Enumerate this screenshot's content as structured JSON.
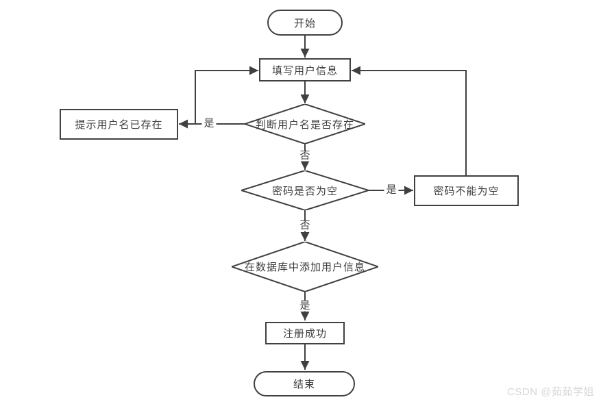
{
  "diagram": {
    "title_implied": "user-registration-flowchart",
    "nodes": {
      "start": {
        "label": "开始",
        "shape": "oval"
      },
      "fill_info": {
        "label": "填写用户信息",
        "shape": "rect"
      },
      "check_username": {
        "label": "判断用户名是否存在",
        "shape": "diamond"
      },
      "username_exists": {
        "label": "提示用户名已存在",
        "shape": "rect"
      },
      "check_password": {
        "label": "密码是否为空",
        "shape": "diamond"
      },
      "password_not_empty": {
        "label": "密码不能为空",
        "shape": "rect"
      },
      "add_user_db": {
        "label": "在数据库中添加用户信息",
        "shape": "diamond"
      },
      "register_success": {
        "label": "注册成功",
        "shape": "rect"
      },
      "end": {
        "label": "结束",
        "shape": "oval"
      }
    },
    "edge_labels": {
      "username_exists_yes": "是",
      "username_exists_no": "否",
      "password_empty_yes": "是",
      "password_empty_no": "否",
      "db_add_yes": "是"
    },
    "colors": {
      "line": "#404040",
      "node_border": "#404040",
      "node_fill": "#ffffff",
      "text": "#3d3d3d",
      "watermark": "#d6d6d6",
      "background": "#ffffff"
    }
  },
  "watermark": {
    "text": "CSDN @茹茹学姐"
  }
}
